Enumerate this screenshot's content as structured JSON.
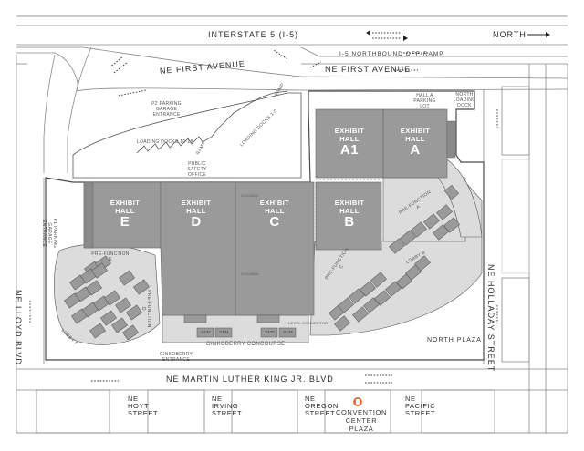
{
  "roads": {
    "interstate": "INTERSTATE 5 (I-5)",
    "north": "NORTH",
    "off_ramp": "I-5 NORTHBOUND OFF-RAMP",
    "first_avenue": "NE FIRST AVENUE",
    "first_avenue_right": "NE FIRST AVENUE",
    "holladay": "NE HOLLADAY STREET",
    "lloyd": "NE LLOYD BLVD",
    "mlk": "NE MARTIN LUTHER KING JR. BLVD",
    "north_plaza": "NORTH PLAZA",
    "hoyt": "NE HOYT STREET",
    "irving": "NE IRVING STREET",
    "oregon": "NE OREGON STREET",
    "pacific": "NE PACIFIC STREET",
    "convention_plaza": "CONVENTION CENTER PLAZA"
  },
  "labels": {
    "p2_entrance": "P2 PARKING GARAGE ENTRANCE",
    "hall_a_lot": "HALL A PARKING LOT",
    "north_loading": "NORTH LOADING DOCK",
    "ramp_top": "RAMP",
    "docks_1_9": "LOADING DOCKS 1-9",
    "docks_10_18": "LOADING DOCKS 10-18",
    "ramp_mid": "RAMP",
    "public_safety": "PUBLIC SAFETY OFFICE",
    "p1_entrance": "P1 PARKING GARAGE ENTRANCE",
    "prefunction_e": "PRE-FUNCTION E",
    "prefunction_d": "PRE-FUNCTION D",
    "prefunction_c": "PRE-FUNCTION C",
    "prefunction_a": "PRE-FUNCTION A",
    "lobby_f": "LOBBY F",
    "lobby_b": "LOBBY B",
    "column_1": "COLUMN",
    "column_2": "COLUMN",
    "level_connector": "LEVEL CONNECTOR",
    "ginkoberry_concourse": "GINKOBERRY CONCOURSE",
    "ginkoberry_entrance": "GINKOBERRY ENTRANCE"
  },
  "halls": [
    {
      "top": "EXHIBIT",
      "mid": "HALL",
      "big": "A1"
    },
    {
      "top": "EXHIBIT",
      "mid": "HALL",
      "big": "A"
    },
    {
      "top": "EXHIBIT",
      "mid": "HALL",
      "big": "E"
    },
    {
      "top": "EXHIBIT",
      "mid": "HALL",
      "big": "D"
    },
    {
      "top": "EXHIBIT",
      "mid": "HALL",
      "big": "C"
    },
    {
      "top": "EXHIBIT",
      "mid": "HALL",
      "big": "B"
    }
  ],
  "concourse_rooms": [
    "G132",
    "G131",
    "G130",
    "G129"
  ],
  "colors": {
    "hall": "#9a9a9a",
    "hall_dark": "#8a8a8a",
    "light": "#dcdcdc",
    "building_line": "#4a4a4a",
    "plaza_marker": "#e2703a"
  },
  "icons": [
    "arrow-right-icon",
    "arrow-left-icon",
    "dashed-traffic-arrow-icon",
    "convention-plaza-marker-icon"
  ]
}
